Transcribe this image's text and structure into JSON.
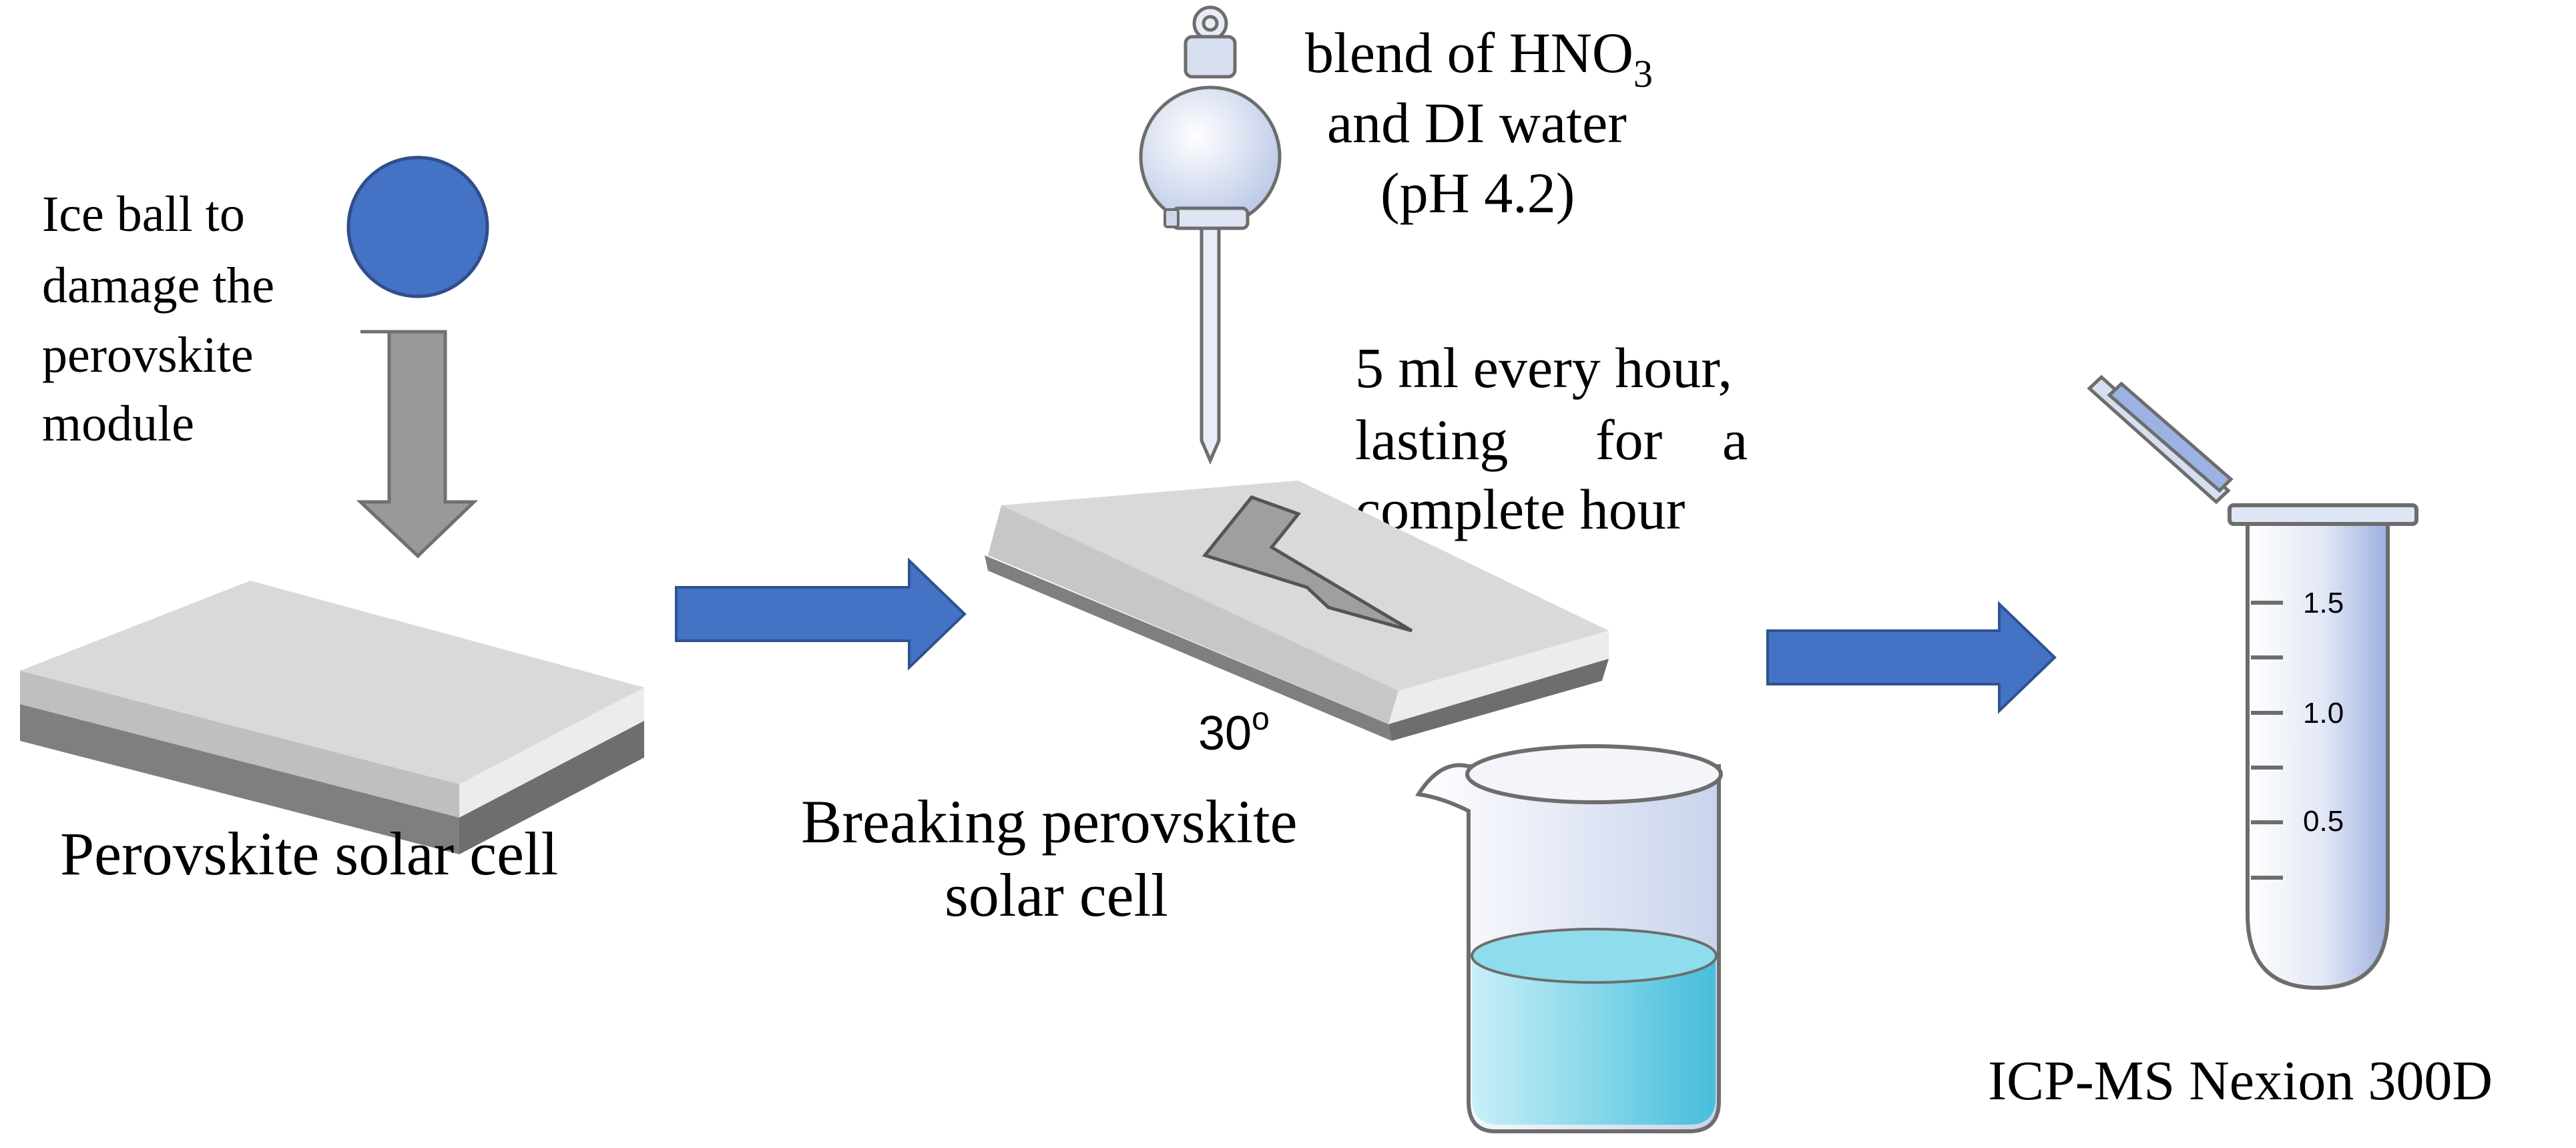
{
  "labels": {
    "ice_ball": [
      "Ice ball to",
      "damage the",
      "perovskite",
      "module"
    ],
    "cell_caption": "Perovskite solar cell",
    "acid_line1": "blend of HNO",
    "acid_sub": "3",
    "acid_line2": "and DI water",
    "acid_line3": "(pH 4.2)",
    "drip": [
      "5 ml every hour,",
      "lasting",
      "for",
      "a",
      "complete hour"
    ],
    "angle": "30",
    "angle_unit": "o",
    "breaking": [
      "Breaking perovskite",
      "solar cell"
    ],
    "icp": "ICP-MS Nexion 300D",
    "tube_scale": [
      "1.5",
      "1.0",
      "0.5"
    ]
  },
  "colors": {
    "blue_arrow": "#4472C4",
    "ice_ball": "#4472C4",
    "gray_arrow": "#999999",
    "liquid": "#5BC8E0"
  }
}
